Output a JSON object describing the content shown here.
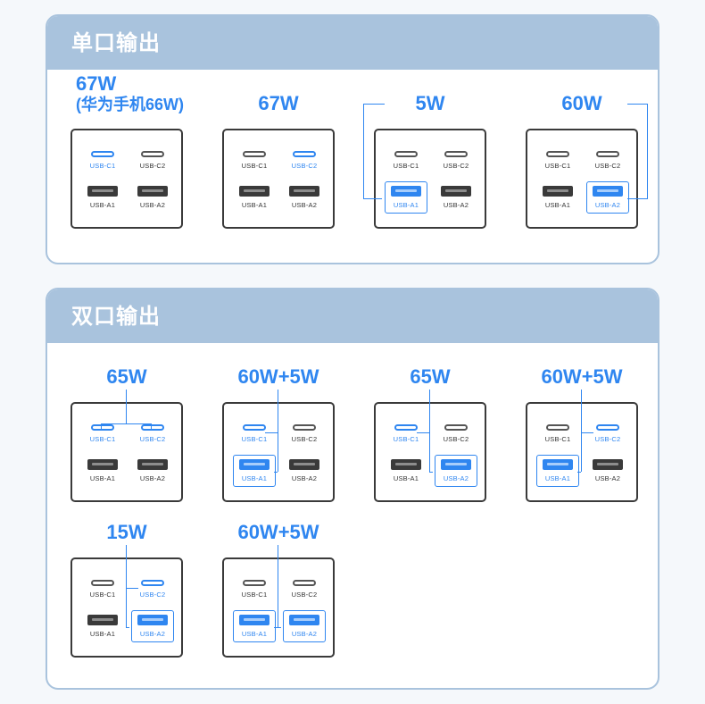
{
  "colors": {
    "accent": "#2f86f0",
    "header_bg": "#a9c3dd",
    "outline": "#3a3a3a"
  },
  "port_labels": {
    "c1": "USB-C1",
    "c2": "USB-C2",
    "a1": "USB-A1",
    "a2": "USB-A2"
  },
  "single": {
    "title": "单口输出",
    "items": [
      {
        "watt": "67W",
        "note": "(华为手机66W)",
        "active": [
          "c1"
        ]
      },
      {
        "watt": "67W",
        "active": [
          "c2"
        ]
      },
      {
        "watt": "5W",
        "active": [
          "a1"
        ]
      },
      {
        "watt": "60W",
        "active": [
          "a2"
        ]
      }
    ]
  },
  "dual": {
    "title": "双口输出",
    "items": [
      {
        "watt": "65W",
        "active": [
          "c1",
          "c2"
        ]
      },
      {
        "watt": "60W+5W",
        "active": [
          "c1",
          "a1"
        ]
      },
      {
        "watt": "65W",
        "active": [
          "c1",
          "a2"
        ]
      },
      {
        "watt": "60W+5W",
        "active": [
          "c2",
          "a1"
        ]
      },
      {
        "watt": "15W",
        "active": [
          "c2",
          "a2"
        ]
      },
      {
        "watt": "60W+5W",
        "active": [
          "a1",
          "a2"
        ]
      }
    ]
  }
}
